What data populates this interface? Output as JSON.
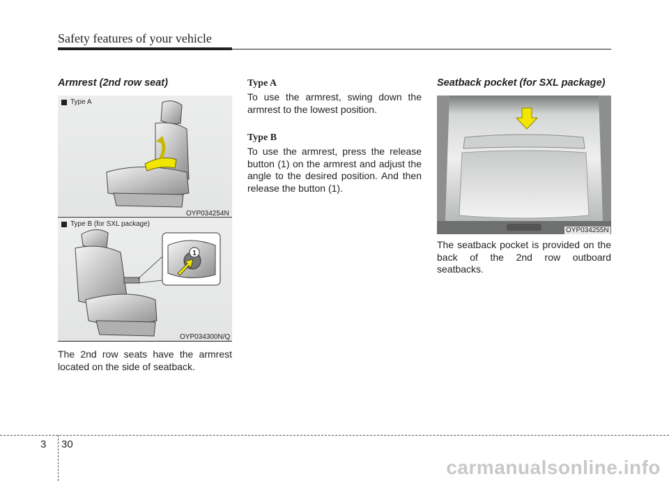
{
  "header": {
    "title": "Safety features of your vehicle"
  },
  "left_column": {
    "heading": "Armrest (2nd row seat)",
    "figure_a": {
      "label": "Type A",
      "code": "OYP034254N"
    },
    "figure_b": {
      "label": "Type B (for SXL package)",
      "code": "OYP034300N/Q",
      "callout_number": "1"
    },
    "body": "The 2nd row seats have the armrest located on the side of seatback."
  },
  "middle_column": {
    "type_a_heading": "Type A",
    "type_a_text": "To use the armrest, swing down the armrest to the lowest position.",
    "type_b_heading": "Type B",
    "type_b_text": "To use the armrest, press the release button (1) on the armrest and adjust the angle to the desired position. And then release the button (1)."
  },
  "right_column": {
    "heading": "Seatback pocket (for SXL package)",
    "figure": {
      "code": "OYP034255N"
    },
    "body": "The seatback pocket is provided on the back of the 2nd row outboard seatbacks."
  },
  "footer": {
    "chapter": "3",
    "page": "30"
  },
  "watermark": "carmanualsonline.info",
  "colors": {
    "arrow_yellow": "#f2e600",
    "text": "#231f20",
    "figure_bg": "#e6e7e7"
  }
}
